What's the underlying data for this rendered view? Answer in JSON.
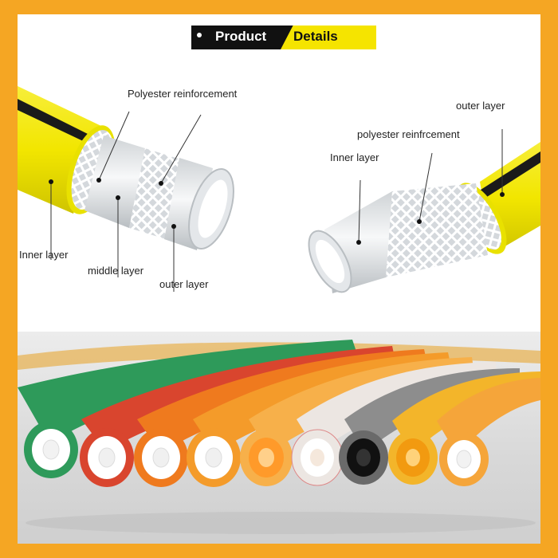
{
  "header": {
    "word1": "Product",
    "word2": "Details"
  },
  "left_diagram": {
    "labels": {
      "polyester": "Polyester reinforcement",
      "inner": "Inner layer",
      "middle": "middle layer",
      "outer": "outer layer"
    }
  },
  "right_diagram": {
    "labels": {
      "outer": "outer layer",
      "polyester": "polyester reinfrcement",
      "inner": "Inner layer"
    }
  },
  "colors": {
    "frame": "#f5a623",
    "hose_yellow": "#f2e600",
    "stripe": "#1a1a1a",
    "header_yellow": "#f5e400"
  },
  "photo": {
    "hoses": [
      "green",
      "red",
      "orange",
      "orange",
      "light-orange",
      "white",
      "black",
      "yellow",
      "orange"
    ]
  }
}
